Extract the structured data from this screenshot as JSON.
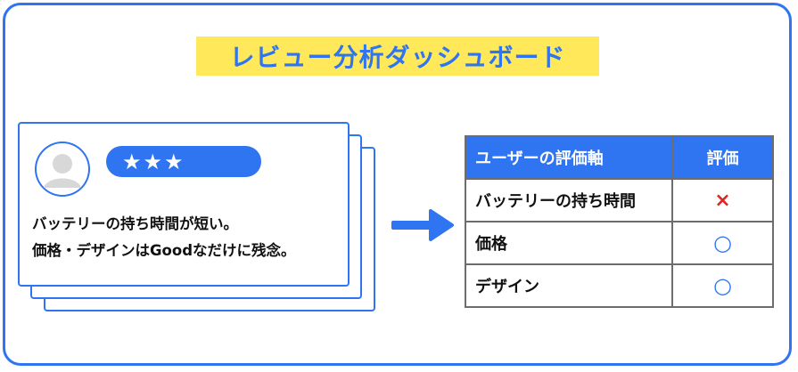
{
  "title": "レビュー分析ダッシュボード",
  "review": {
    "stars": "★★★",
    "line1": "バッテリーの持ち時間が短い。",
    "line2": "価格・デザインはGoodなだけに残念。"
  },
  "table": {
    "headers": [
      "ユーザーの評価軸",
      "評価"
    ],
    "rows": [
      {
        "axis": "バッテリーの持ち時間",
        "mark": "×",
        "mark_icon": "cross-icon"
      },
      {
        "axis": "価格",
        "mark": "○",
        "mark_icon": "circle-icon"
      },
      {
        "axis": "デザイン",
        "mark": "○",
        "mark_icon": "circle-icon"
      }
    ]
  },
  "colors": {
    "accent": "#2f74f0",
    "highlight": "#ffe95a",
    "negative": "#e02424"
  }
}
